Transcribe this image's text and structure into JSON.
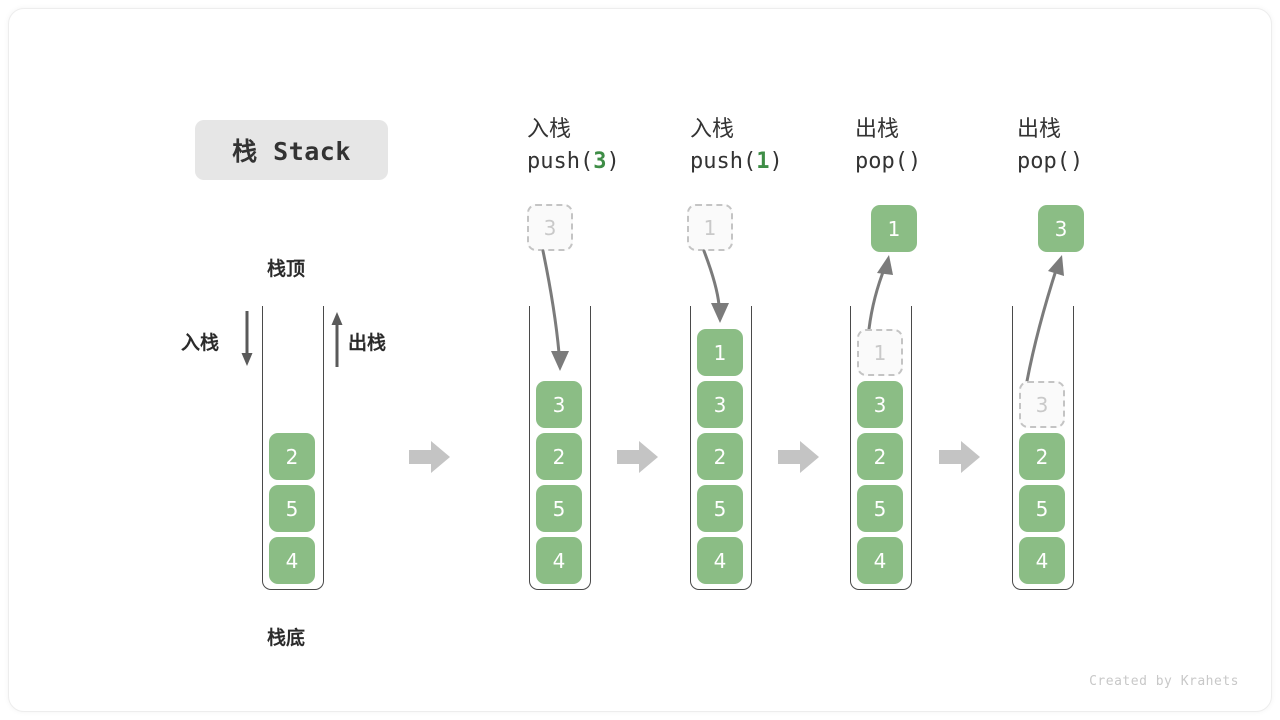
{
  "card": {
    "title_badge": "栈 Stack",
    "credit": "Created by Krahets",
    "accent_green": "#8bbd85",
    "arg_green": "#3e8d46",
    "ghost_gray": "#c4c4c4",
    "arrow_gray": "#c4c4c4",
    "tube_stroke": "#4a4a4a"
  },
  "legend": {
    "top_label": "栈顶",
    "bottom_label": "栈底",
    "push_label": "入栈",
    "pop_label": "出栈"
  },
  "columns": [
    {
      "id": "initial",
      "header_line1": "",
      "header_line2": "",
      "header_arg": "",
      "ghost_above": null,
      "popped_out": null,
      "stack": [
        "2",
        "5",
        "4"
      ]
    },
    {
      "id": "push-3",
      "header_line1": "入栈",
      "header_line2_pre": "push(",
      "header_arg": "3",
      "header_line2_post": ")",
      "ghost_above": "3",
      "popped_out": null,
      "stack": [
        "3",
        "2",
        "5",
        "4"
      ]
    },
    {
      "id": "push-1",
      "header_line1": "入栈",
      "header_line2_pre": "push(",
      "header_arg": "1",
      "header_line2_post": ")",
      "ghost_above": "1",
      "popped_out": null,
      "stack": [
        "1",
        "3",
        "2",
        "5",
        "4"
      ]
    },
    {
      "id": "pop-1",
      "header_line1": "出栈",
      "header_line2_pre": "pop(",
      "header_arg": "",
      "header_line2_post": ")",
      "ghost_above": null,
      "popped_out": "1",
      "ghost_in_stack": "1",
      "stack": [
        "3",
        "2",
        "5",
        "4"
      ]
    },
    {
      "id": "pop-2",
      "header_line1": "出栈",
      "header_line2_pre": "pop(",
      "header_arg": "",
      "header_line2_post": ")",
      "ghost_above": null,
      "popped_out": "3",
      "ghost_in_stack": "3",
      "stack": [
        "2",
        "5",
        "4"
      ]
    }
  ],
  "cells": {
    "c0_a": "2",
    "c0_b": "5",
    "c0_c": "4",
    "c1_ghost": "3",
    "c1_a": "3",
    "c1_b": "2",
    "c1_c": "5",
    "c1_d": "4",
    "c2_ghost": "1",
    "c2_a": "1",
    "c2_b": "3",
    "c2_c": "2",
    "c2_d": "5",
    "c2_e": "4",
    "c3_out": "1",
    "c3_ghost": "1",
    "c3_a": "3",
    "c3_b": "2",
    "c3_c": "5",
    "c3_d": "4",
    "c4_out": "3",
    "c4_ghost": "3",
    "c4_a": "2",
    "c4_b": "5",
    "c4_c": "4"
  },
  "headers": {
    "h1_line1": "入栈",
    "h1_pre": "push(",
    "h1_arg": "3",
    "h1_post": ")",
    "h2_line1": "入栈",
    "h2_pre": "push(",
    "h2_arg": "1",
    "h2_post": ")",
    "h3_line1": "出栈",
    "h3_pre": "pop(",
    "h3_arg": "",
    "h3_post": ")",
    "h4_line1": "出栈",
    "h4_pre": "pop(",
    "h4_arg": "",
    "h4_post": ")"
  }
}
